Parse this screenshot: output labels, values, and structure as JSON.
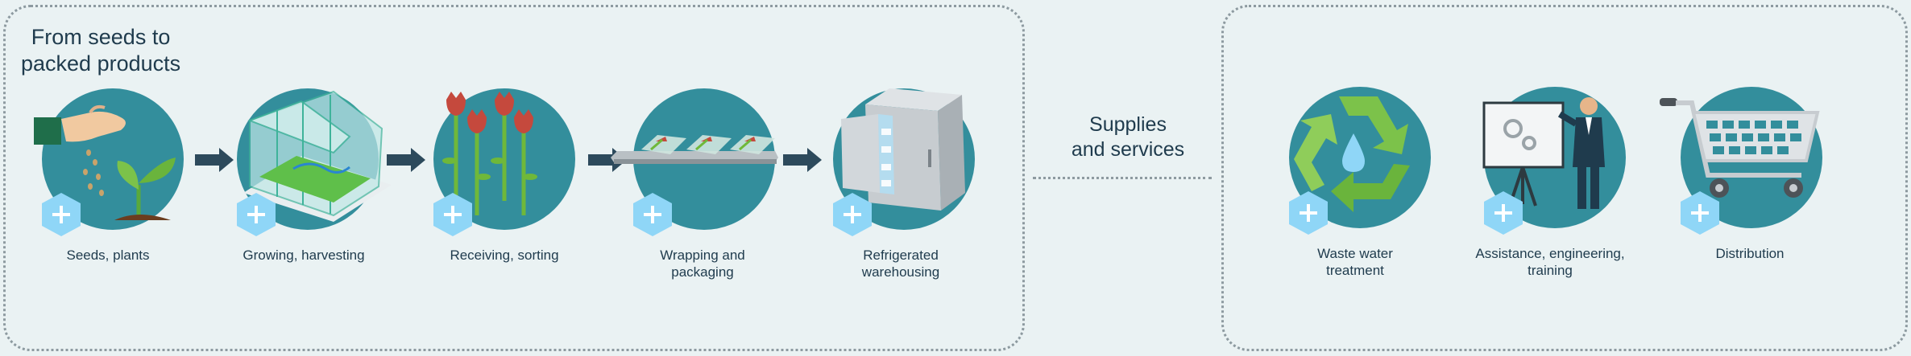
{
  "left_panel": {
    "title_line1": "From seeds to",
    "title_line2": "packed products",
    "steps": [
      {
        "label_line1": "Seeds, plants",
        "label_line2": ""
      },
      {
        "label_line1": "Growing, harvesting",
        "label_line2": ""
      },
      {
        "label_line1": "Receiving, sorting",
        "label_line2": ""
      },
      {
        "label_line1": "Wrapping and",
        "label_line2": "packaging"
      },
      {
        "label_line1": "Refrigerated",
        "label_line2": "warehousing"
      }
    ]
  },
  "middle": {
    "line1": "Supplies",
    "line2": "and services"
  },
  "right_panel": {
    "services": [
      {
        "label_line1": "Waste water",
        "label_line2": "treatment"
      },
      {
        "label_line1": "Assistance, engineering,",
        "label_line2": "training"
      },
      {
        "label_line1": "Distribution",
        "label_line2": ""
      }
    ]
  },
  "colors": {
    "background": "#eaf2f3",
    "circle": "#338e9c",
    "hex_badge": "#8fd6f7",
    "arrow": "#2d4a5c",
    "text": "#1f3b4d"
  },
  "icons": {
    "badge": "plus-hexagon-icon",
    "arrow": "right-arrow-icon"
  }
}
